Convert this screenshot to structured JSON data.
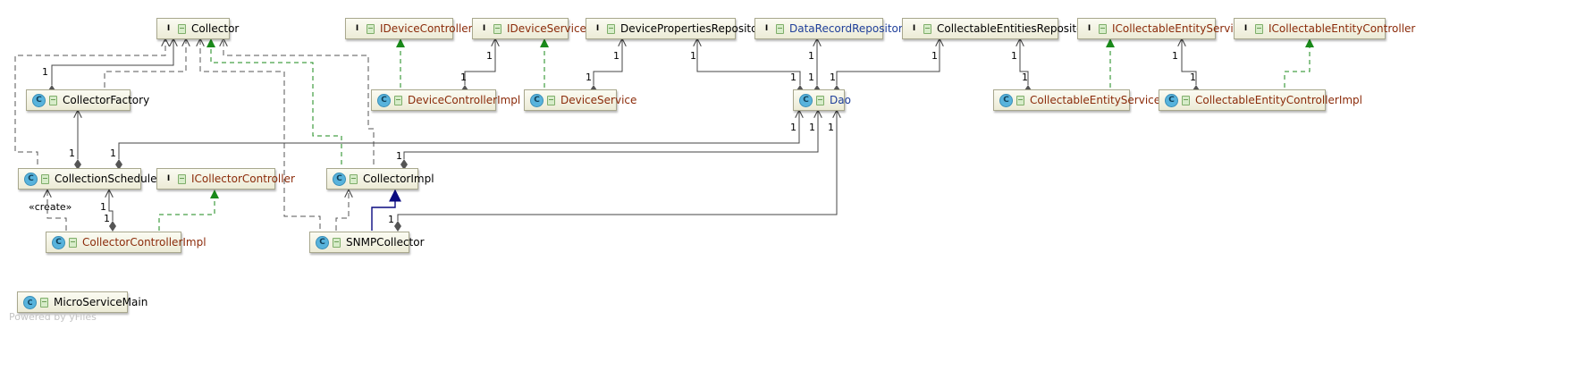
{
  "diagram": {
    "nodes": {
      "Collector": {
        "label": "Collector",
        "kind": "interface",
        "color": "default",
        "badge": "I"
      },
      "IDeviceController": {
        "label": "IDeviceController",
        "kind": "interface",
        "color": "brown",
        "badge": "I"
      },
      "IDeviceService": {
        "label": "IDeviceService",
        "kind": "interface",
        "color": "brown",
        "badge": "I"
      },
      "DevicePropertiesRepository": {
        "label": "DevicePropertiesRepository",
        "kind": "interface",
        "color": "default",
        "badge": "I"
      },
      "DataRecordRepository": {
        "label": "DataRecordRepository",
        "kind": "interface",
        "color": "blue",
        "badge": "I"
      },
      "CollectableEntitiesRepository": {
        "label": "CollectableEntitiesRepository",
        "kind": "interface",
        "color": "default",
        "badge": "I"
      },
      "ICollectableEntityService": {
        "label": "ICollectableEntityService",
        "kind": "interface",
        "color": "brown",
        "badge": "I"
      },
      "ICollectableEntityController": {
        "label": "ICollectableEntityController",
        "kind": "interface",
        "color": "brown",
        "badge": "I"
      },
      "CollectorFactory": {
        "label": "CollectorFactory",
        "kind": "class",
        "color": "default",
        "badge": "C"
      },
      "DeviceControllerImpl": {
        "label": "DeviceControllerImpl",
        "kind": "class",
        "color": "brown",
        "badge": "C"
      },
      "DeviceService": {
        "label": "DeviceService",
        "kind": "class",
        "color": "brown",
        "badge": "C"
      },
      "Dao": {
        "label": "Dao",
        "kind": "class",
        "color": "blue",
        "badge": "C"
      },
      "CollectableEntityService": {
        "label": "CollectableEntityService",
        "kind": "class",
        "color": "brown",
        "badge": "C"
      },
      "CollectableEntityControllerImpl": {
        "label": "CollectableEntityControllerImpl",
        "kind": "class",
        "color": "brown",
        "badge": "C"
      },
      "CollectionScheduler": {
        "label": "CollectionScheduler",
        "kind": "class",
        "color": "default",
        "badge": "C"
      },
      "ICollectorController": {
        "label": "ICollectorController",
        "kind": "interface",
        "color": "brown",
        "badge": "I"
      },
      "CollectorImpl": {
        "label": "CollectorImpl",
        "kind": "class",
        "color": "default",
        "badge": "C"
      },
      "CollectorControllerImpl": {
        "label": "CollectorControllerImpl",
        "kind": "class",
        "color": "brown",
        "badge": "C"
      },
      "SNMPCollector": {
        "label": "SNMPCollector",
        "kind": "class",
        "color": "default",
        "badge": "C"
      },
      "MicroServiceMain": {
        "label": "MicroServiceMain",
        "kind": "main",
        "color": "default",
        "badge": "C"
      }
    },
    "multiplicity": "1",
    "stereotype_create": "«create»",
    "watermark": "Powered by yFiles",
    "colors": {
      "realization": "#1a8a1a",
      "generalization": "#0a0a80",
      "association": "#444444",
      "text_default": "#000000",
      "text_brown": "#8b2b0a",
      "text_blue": "#1f3f9a"
    }
  }
}
